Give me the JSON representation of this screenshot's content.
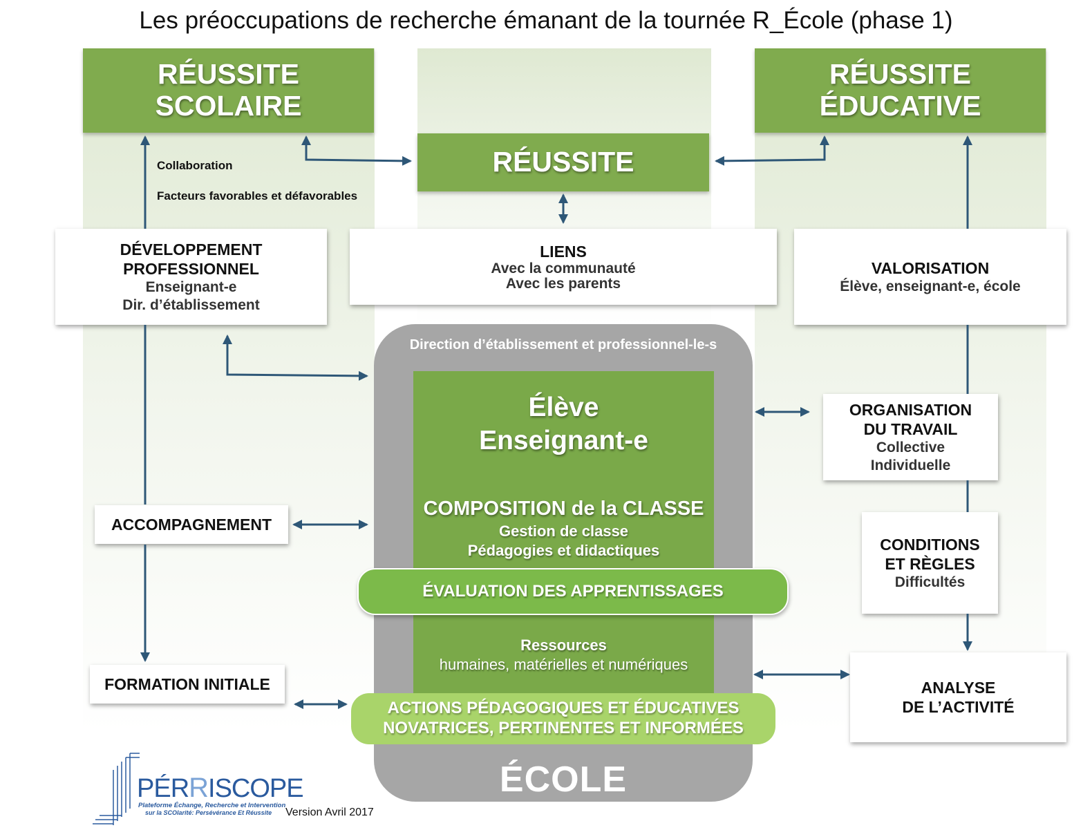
{
  "title": "Les préoccupations de recherche émanant de la tournée R_École (phase 1)",
  "reussite_scolaire": {
    "line1": "RÉUSSITE",
    "line2": "SCOLAIRE"
  },
  "reussite_educative": {
    "line1": "RÉUSSITE",
    "line2": "ÉDUCATIVE"
  },
  "reussite": "RÉUSSITE",
  "left_labels": {
    "collaboration": "Collaboration",
    "facteurs": "Facteurs favorables et défavorables"
  },
  "dev_pro": {
    "line1": "DÉVELOPPEMENT",
    "line2": "PROFESSIONNEL",
    "sub1": "Enseignant-e",
    "sub2": "Dir. d’établissement"
  },
  "liens": {
    "title": "LIENS",
    "sub1": "Avec la communauté",
    "sub2": "Avec les parents"
  },
  "valorisation": {
    "title": "VALORISATION",
    "sub": "Élève, enseignant-e, école"
  },
  "ecole": {
    "header": "Direction d’établissement et professionnel-le-s",
    "footer": "ÉCOLE"
  },
  "center": {
    "line1": "Élève",
    "line2": "Enseignant-e",
    "composition": "COMPOSITION de la CLASSE",
    "gestion": "Gestion de classe",
    "pedagogies": "Pédagogies et didactiques",
    "ressources_title": "Ressources",
    "ressources_sub": "humaines, matérielles et numériques"
  },
  "evaluation": "ÉVALUATION DES APPRENTISSAGES",
  "actions": {
    "line1": "ACTIONS PÉDAGOGIQUES ET ÉDUCATIVES",
    "line2": "NOVATRICES, PERTINENTES ET INFORMÉES"
  },
  "accompagnement": "ACCOMPAGNEMENT",
  "formation": "FORMATION INITIALE",
  "organisation": {
    "line1": "ORGANISATION",
    "line2": "DU TRAVAIL",
    "sub1": "Collective",
    "sub2": "Individuelle"
  },
  "conditions": {
    "line1": "CONDITIONS",
    "line2": "ET RÈGLES",
    "sub": "Difficultés"
  },
  "analyse": {
    "line1": "ANALYSE",
    "line2": "DE L’ACTIVITÉ"
  },
  "logo": {
    "name_part1": "PÉR",
    "name_part2": "ISCOPE",
    "tagline1": "Plateforme Échange, Recherche et Intervention",
    "tagline2": "sur la SCOlarité: Persévérance Et Réussite"
  },
  "version": "Version Avril 2017",
  "colors": {
    "green": "#80ab4e",
    "light_green": "#a9d46a",
    "pill_green": "#7cba4a",
    "gray_frame": "#a6a6a6",
    "arrow": "#2e5777",
    "logo_blue": "#2a5a9e"
  }
}
